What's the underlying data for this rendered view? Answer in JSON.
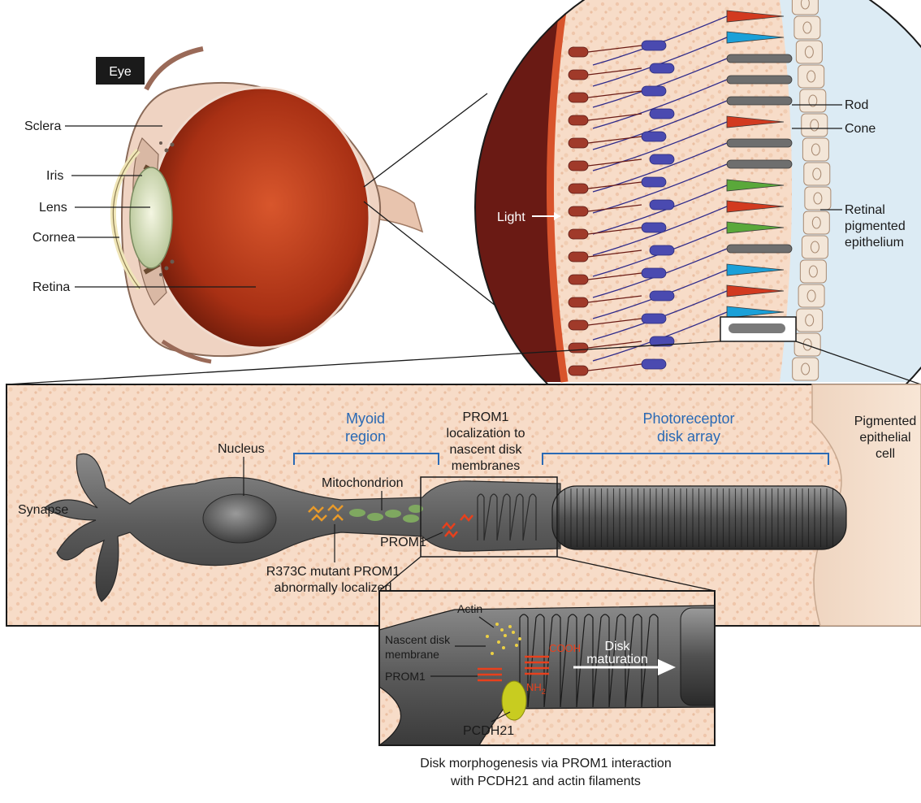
{
  "eye": {
    "title": "Eye",
    "labels": {
      "sclera": "Sclera",
      "iris": "Iris",
      "lens": "Lens",
      "cornea": "Cornea",
      "retina": "Retina"
    }
  },
  "retina_inset": {
    "light": "Light",
    "rod": "Rod",
    "cone": "Cone",
    "rpe_line1": "Retinal",
    "rpe_line2": "pigmented",
    "rpe_line3": "epithelium"
  },
  "photoreceptor": {
    "synapse": "Synapse",
    "nucleus": "Nucleus",
    "myoid_line1": "Myoid",
    "myoid_line2": "region",
    "mitochondrion": "Mitochondrion",
    "prom1_loc_line1": "PROM1",
    "prom1_loc_line2": "localization to",
    "prom1_loc_line3": "nascent disk",
    "prom1_loc_line4": "membranes",
    "disk_array_line1": "Photoreceptor",
    "disk_array_line2": "disk array",
    "pigmented_line1": "Pigmented",
    "pigmented_line2": "epithelial",
    "pigmented_line3": "cell",
    "prom1": "PROM1",
    "mutant_line1": "R373C mutant PROM1",
    "mutant_line2": "abnormally localized"
  },
  "detail": {
    "actin": "Actin",
    "nascent_line1": "Nascent disk",
    "nascent_line2": "membrane",
    "prom1": "PROM1",
    "cooh": "COOH",
    "nh2": "NH",
    "nh2_sub": "2",
    "disk_mat_line1": "Disk",
    "disk_mat_line2": "maturation",
    "pcdh21": "PCDH21",
    "caption_line1": "Disk morphogenesis via PROM1 interaction",
    "caption_line2": "with PCDH21 and actin filaments"
  },
  "colors": {
    "eyeball": "#b83a1a",
    "sclera": "#efd6c8",
    "background_tissue": "#f6d9c4",
    "rod": "#6e6e6e",
    "cone_red": "#d23a20",
    "cone_blue": "#1aa0d8",
    "cone_green": "#5aa83a",
    "cell_gray": "#5d5d5d",
    "prom1": "#e8401c",
    "mitochondrion": "#7fa860",
    "mutant": "#e89a2a",
    "pcdh21": "#c8cc20",
    "label_blue": "#2a6ab5"
  }
}
